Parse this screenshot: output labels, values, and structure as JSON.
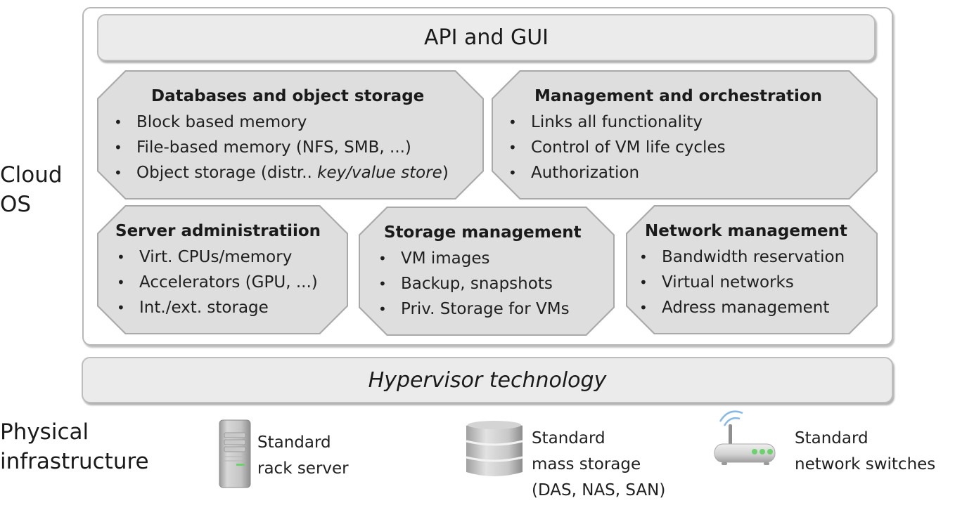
{
  "labels": {
    "cloud_os_line1": "Cloud",
    "cloud_os_line2": "OS",
    "physical_line1": "Physical",
    "physical_line2": "infrastructure"
  },
  "api_bar": {
    "label": "API and GUI"
  },
  "hypervisor_bar": {
    "label": "Hypervisor technology"
  },
  "modules": {
    "databases": {
      "title": "Databases and object storage",
      "items": [
        "Block based memory",
        "File-based memory  (NFS, SMB, ...)"
      ],
      "item3_prefix": "Object storage (distr.. ",
      "item3_italic": "key/value store",
      "item3_suffix": ")"
    },
    "management": {
      "title": "Management and orchestration",
      "items": [
        "Links all functionality",
        "Control of VM life cycles",
        "Authorization"
      ]
    },
    "server": {
      "title": "Server administratiion",
      "items": [
        "Virt. CPUs/memory",
        "Accelerators (GPU, ...)",
        "Int./ext. storage"
      ]
    },
    "storage": {
      "title": "Storage management",
      "items": [
        "VM images",
        "Backup, snapshots",
        "Priv. Storage for VMs"
      ]
    },
    "network": {
      "title": "Network management",
      "items": [
        "Bandwidth reservation",
        "Virtual networks",
        "Adress management"
      ]
    }
  },
  "infrastructure": [
    {
      "icon": "rack-server-icon",
      "lines": [
        "Standard",
        "rack server"
      ]
    },
    {
      "icon": "database-storage-icon",
      "lines": [
        "Standard",
        "mass storage",
        "(DAS, NAS, SAN)"
      ]
    },
    {
      "icon": "network-router-icon",
      "lines": [
        "Standard",
        "network switches"
      ]
    }
  ],
  "colors": {
    "module_fill": "#dedede",
    "module_border": "#a9a9a9",
    "bar_fill": "#ebebeb",
    "led_green": "#6cd26c",
    "wifi_blue": "#6aa8e0"
  }
}
